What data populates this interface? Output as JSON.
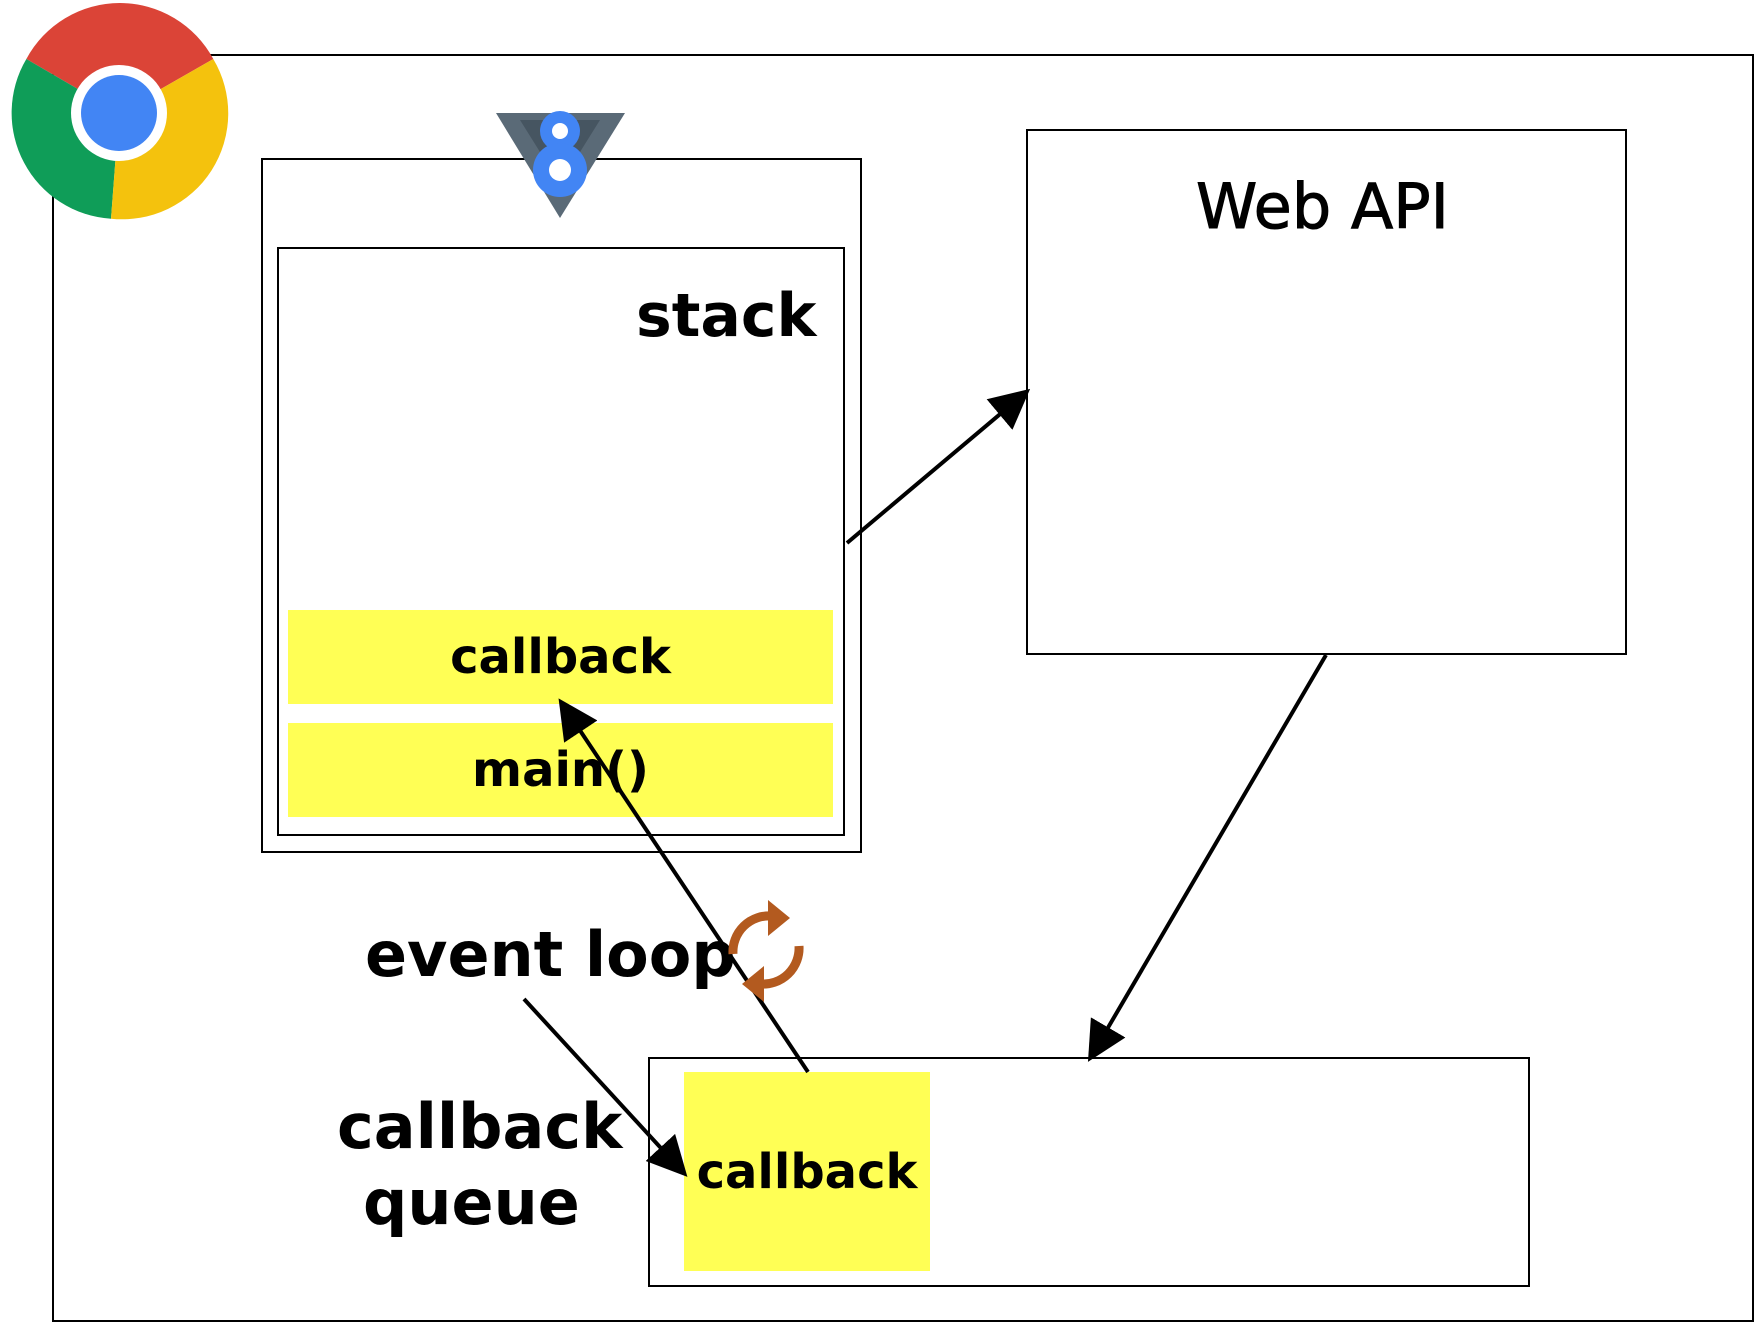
{
  "labels": {
    "stack": "stack",
    "web_api": "Web API",
    "event_loop": "event loop",
    "callback_queue_line1": "callback",
    "callback_queue_line2": "queue"
  },
  "stack_frames": [
    {
      "label": "callback"
    },
    {
      "label": "main()"
    }
  ],
  "queue_items": [
    {
      "label": "callback"
    }
  ],
  "icons": {
    "browser_logo": "chrome-logo-icon",
    "engine_logo": "v8-logo-icon",
    "loop": "refresh-cycle-icon"
  },
  "colors": {
    "frame_fill": "#ffff55",
    "loop_icon": "#b35a1f",
    "chrome_red": "#db4437",
    "chrome_green": "#0f9d58",
    "chrome_yellow": "#f4c20d",
    "chrome_blue": "#4285f4",
    "v8_blue": "#4285f4",
    "v8_gray": "#5a6a77"
  }
}
